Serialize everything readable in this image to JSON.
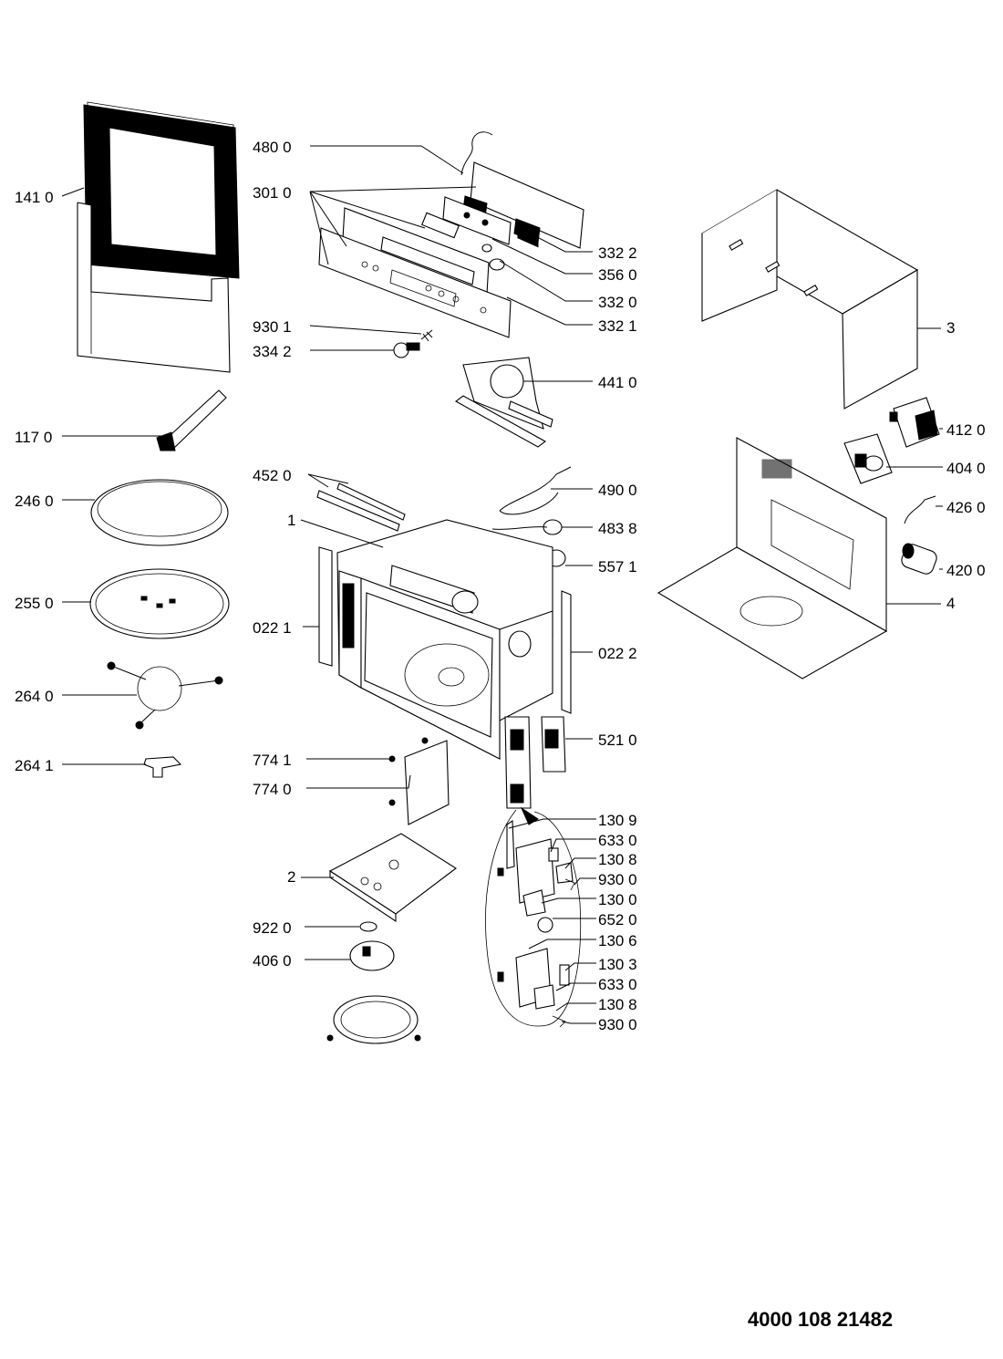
{
  "document_number": "4000 108 21482",
  "callouts": {
    "c141_0": "141 0",
    "c117_0": "117 0",
    "c246_0": "246 0",
    "c255_0": "255 0",
    "c264_0": "264 0",
    "c264_1": "264 1",
    "c480_0": "480 0",
    "c301_0": "301 0",
    "c332_2": "332 2",
    "c356_0": "356 0",
    "c332_0": "332 0",
    "c332_1": "332 1",
    "c930_1": "930 1",
    "c334_2": "334 2",
    "c441_0": "441 0",
    "c452_0": "452 0",
    "c490_0": "490 0",
    "c1": "1",
    "c483_8": "483 8",
    "c557_1": "557 1",
    "c022_1": "022 1",
    "c022_2": "022 2",
    "c521_0": "521 0",
    "c774_1": "774 1",
    "c774_0": "774 0",
    "c130_9": "130 9",
    "c633_0a": "633 0",
    "c130_8a": "130 8",
    "c930_0a": "930 0",
    "c2": "2",
    "c130_0": "130 0",
    "c652_0": "652 0",
    "c922_0": "922 0",
    "c130_6": "130 6",
    "c406_0": "406 0",
    "c130_3": "130 3",
    "c633_0b": "633 0",
    "c130_8b": "130 8",
    "c930_0b": "930 0",
    "c3": "3",
    "c412_0": "412 0",
    "c404_0": "404 0",
    "c426_0": "426 0",
    "c420_0": "420 0",
    "c4": "4"
  }
}
